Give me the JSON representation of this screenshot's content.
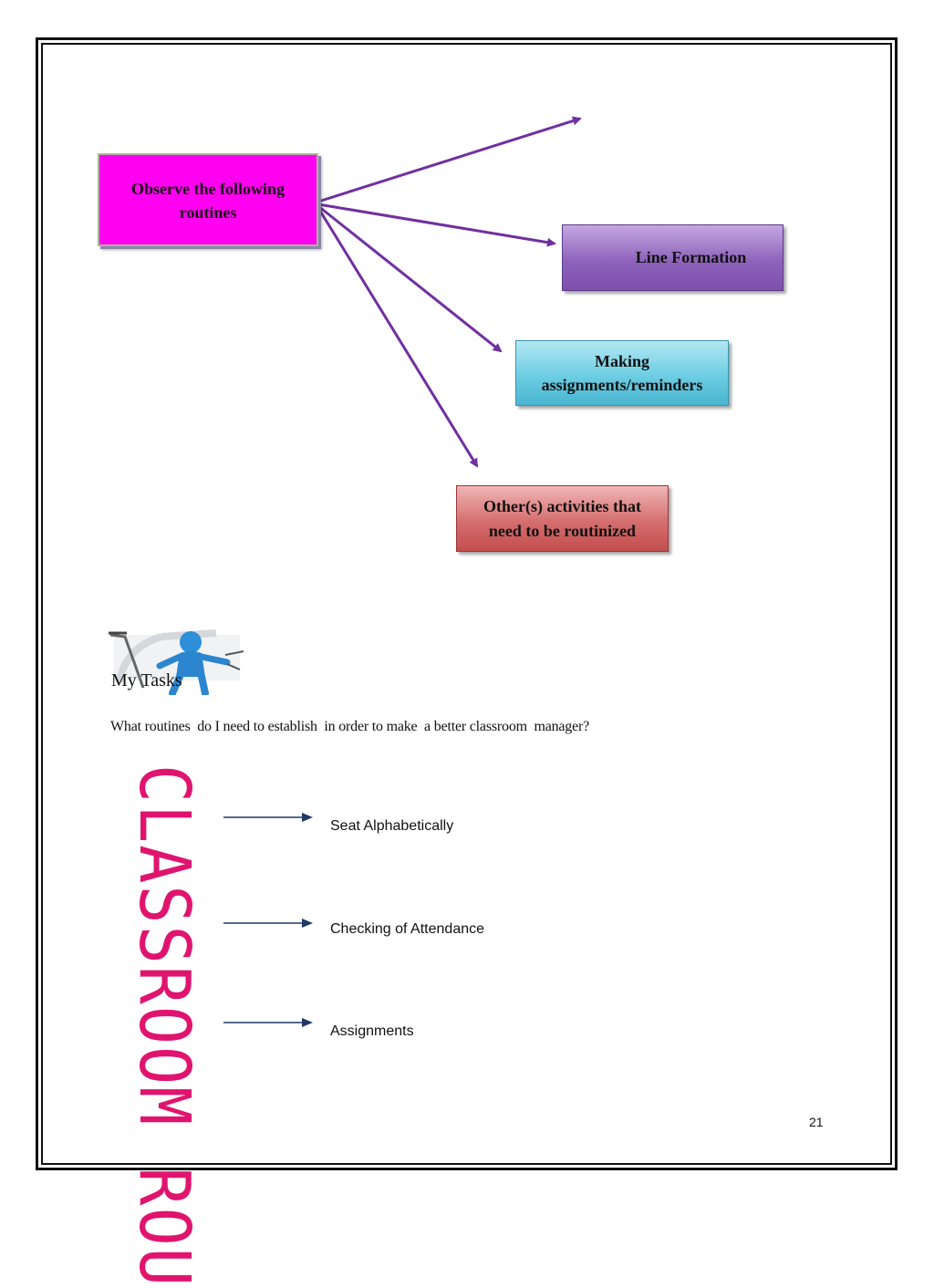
{
  "diagram": {
    "source": "Observe the following routines",
    "targets": [
      "Line Formation",
      "Making assignments/reminders",
      "Other(s) activities that need to be routinized"
    ]
  },
  "tasks": {
    "icon": "figure-with-tool-icon",
    "heading": "My Tasks",
    "question": "What routines  do I need to establish  in order to make  a better classroom  manager?",
    "items": [
      "Seat Alphabetically",
      "Checking of Attendance",
      "Assignments"
    ]
  },
  "side_title": "CLASSROOM ROU",
  "page_number": "21",
  "colors": {
    "source_box": "#ff00f0",
    "line_formation_box": "#8e63bc",
    "making_box": "#6ccde3",
    "other_box": "#d56e6e",
    "connector": "#7030a0",
    "side_title": "#e0146f",
    "task_arrow": "#1f3864"
  }
}
